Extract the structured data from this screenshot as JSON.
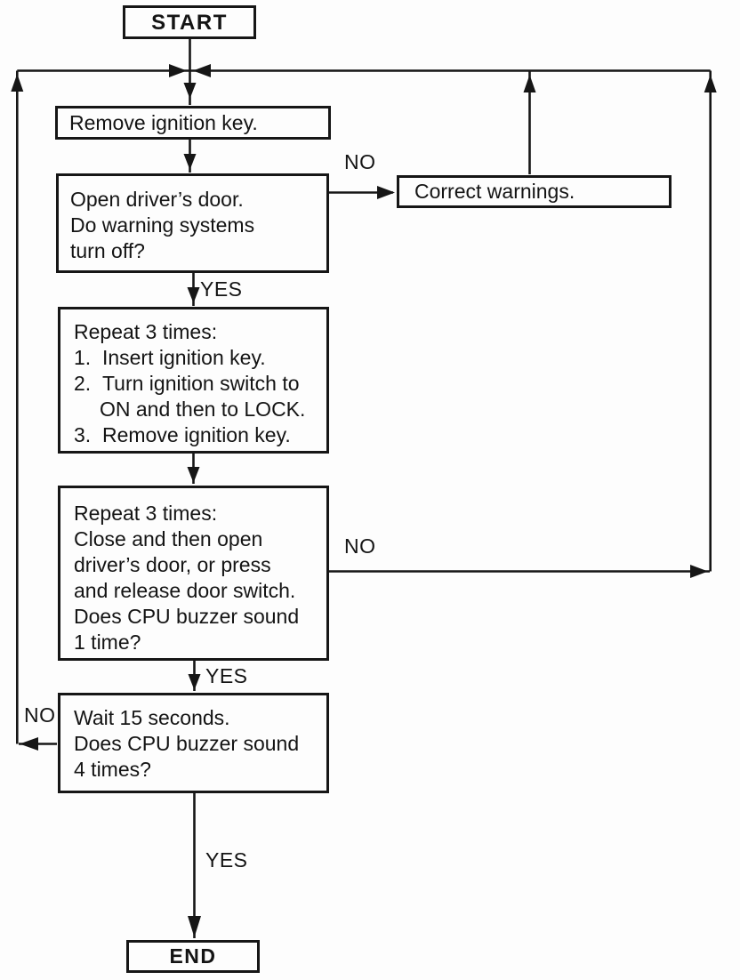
{
  "flowchart": {
    "terminals": {
      "start": "START",
      "end": "END"
    },
    "steps": {
      "remove_key": {
        "lines": [
          "Remove ignition key."
        ]
      },
      "open_door": {
        "lines": [
          "Open driver’s door.",
          "Do warning systems",
          "turn off?"
        ]
      },
      "correct_warnings": {
        "lines": [
          "Correct warnings."
        ]
      },
      "repeat_ignition": {
        "lines": [
          "Repeat 3 times:",
          "1.  Insert ignition key.",
          "2.  Turn ignition switch to",
          "ON and then to LOCK.",
          "3.  Remove ignition key."
        ]
      },
      "repeat_door": {
        "lines": [
          "Repeat 3 times:",
          "Close and then open",
          "driver’s door, or press",
          "and release door switch.",
          "Does CPU buzzer sound",
          "1 time?"
        ]
      },
      "wait_15": {
        "lines": [
          "Wait 15 seconds.",
          "Does CPU buzzer sound",
          "4 times?"
        ]
      }
    },
    "edge_labels": {
      "open_door_no": "NO",
      "open_door_yes": "YES",
      "repeat_door_no": "NO",
      "repeat_door_yes": "YES",
      "wait_15_no": "NO",
      "wait_15_yes": "YES"
    },
    "colors": {
      "ink": "#161616",
      "paper": "#fdfdfd"
    }
  }
}
